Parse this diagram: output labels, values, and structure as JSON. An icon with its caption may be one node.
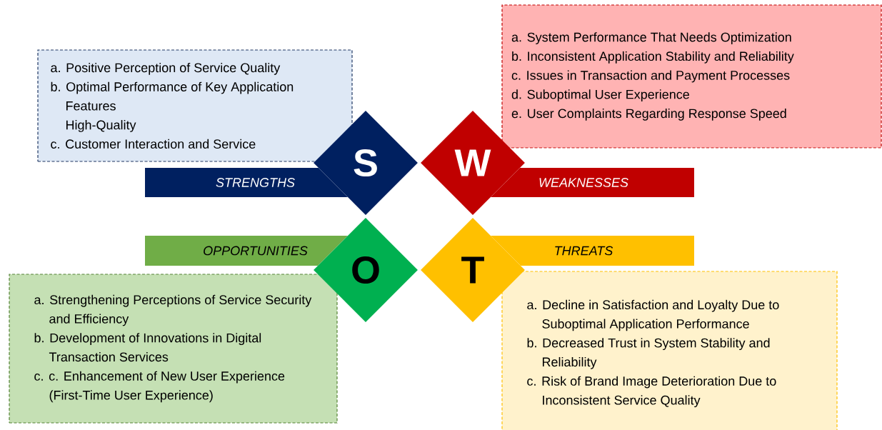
{
  "diagram": {
    "nodes": [
      {
        "text": [
          "a. Positive Perception of Service Quality",
          "b. Optimal Performance of Key Application Features",
          "High-Quality",
          "c. Customer Interaction and Service"
        ]
      },
      {
        "text": [
          "S"
        ]
      },
      {
        "text": [
          "STRENGTHS"
        ]
      },
      {
        "text": [
          "a. System Performance That Needs Optimization",
          "b. Inconsistent Application Stability and Reliability",
          "c. Issues in Transaction and Payment Processes",
          "d. Suboptimal User Experience",
          "e. User Complaints Regarding Response Speed"
        ]
      },
      {
        "text": [
          "W"
        ]
      },
      {
        "text": [
          "WEAKNESSES"
        ]
      },
      {
        "text": [
          "OPPORTUNITIES"
        ]
      },
      {
        "text": [
          "O"
        ]
      },
      {
        "text": [
          "a. Strengthening Perceptions of Service Security and Efficiency",
          "b. Development of Innovations in Digital Transaction Services",
          "c. c. Enhancement of New User Experience (First-Time User Experience)"
        ]
      },
      {
        "text": [
          "THREATS"
        ]
      },
      {
        "text": [
          "T"
        ]
      },
      {
        "text": [
          "a. Decline in Satisfaction and Loyalty Due to Suboptimal Application Performance",
          "b. Decreased Trust in System Stability and Reliability",
          "c. Risk of Brand Image Deterioration Due to Inconsistent Service Quality"
        ]
      }
    ]
  }
}
